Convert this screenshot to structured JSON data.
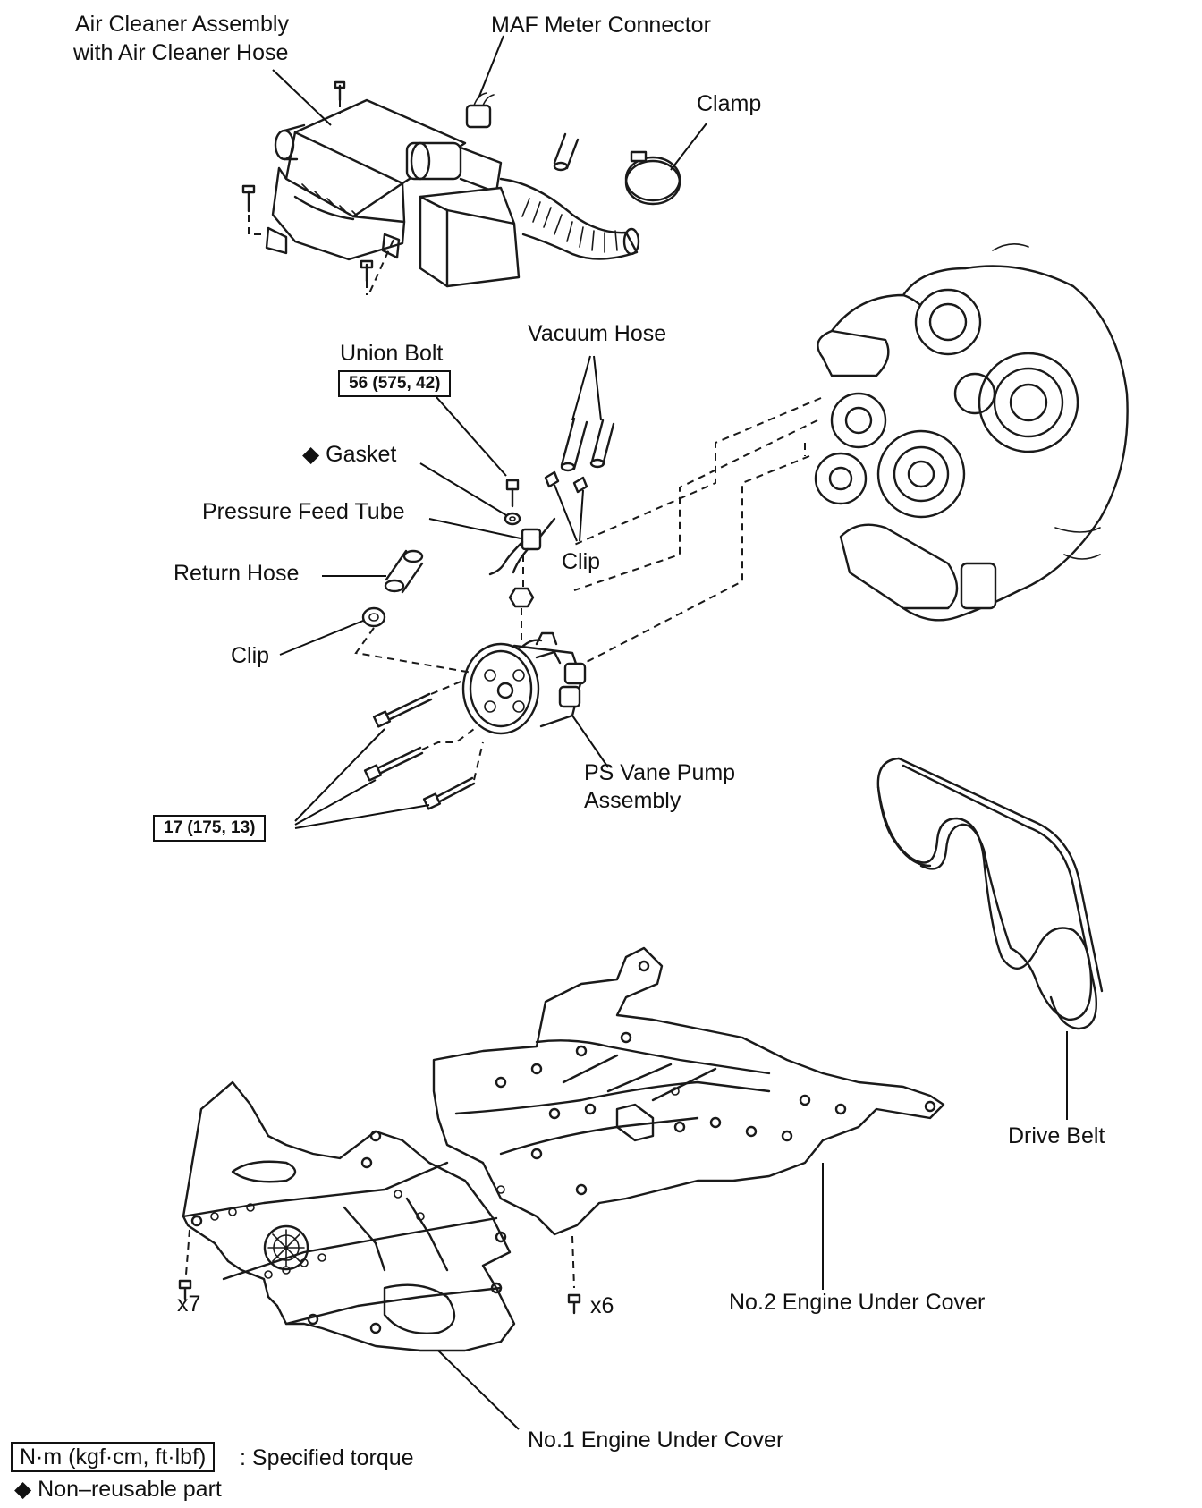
{
  "labels": {
    "air_cleaner_line1": "Air Cleaner Assembly",
    "air_cleaner_line2": "with Air Cleaner Hose",
    "maf_meter_connector": "MAF Meter Connector",
    "clamp": "Clamp",
    "vacuum_hose": "Vacuum Hose",
    "union_bolt": "Union Bolt",
    "gasket": "◆ Gasket",
    "pressure_feed_tube": "Pressure Feed Tube",
    "clip_right": "Clip",
    "return_hose": "Return Hose",
    "clip_left": "Clip",
    "ps_vane_pump_line1": "PS Vane Pump",
    "ps_vane_pump_line2": "Assembly",
    "drive_belt": "Drive Belt",
    "bolt_count_x7": "x7",
    "bolt_count_x6": "x6",
    "no2_engine_under_cover": "No.2 Engine Under Cover",
    "no1_engine_under_cover": "No.1 Engine Under Cover"
  },
  "torque_specs": {
    "union_bolt": "56 (575, 42)",
    "pump_bolts": "17 (175, 13)"
  },
  "legend": {
    "torque_box": "N·m (kgf·cm, ft·lbf)",
    "torque_text": ": Specified torque",
    "nonreusable": "◆ Non–reusable part"
  }
}
